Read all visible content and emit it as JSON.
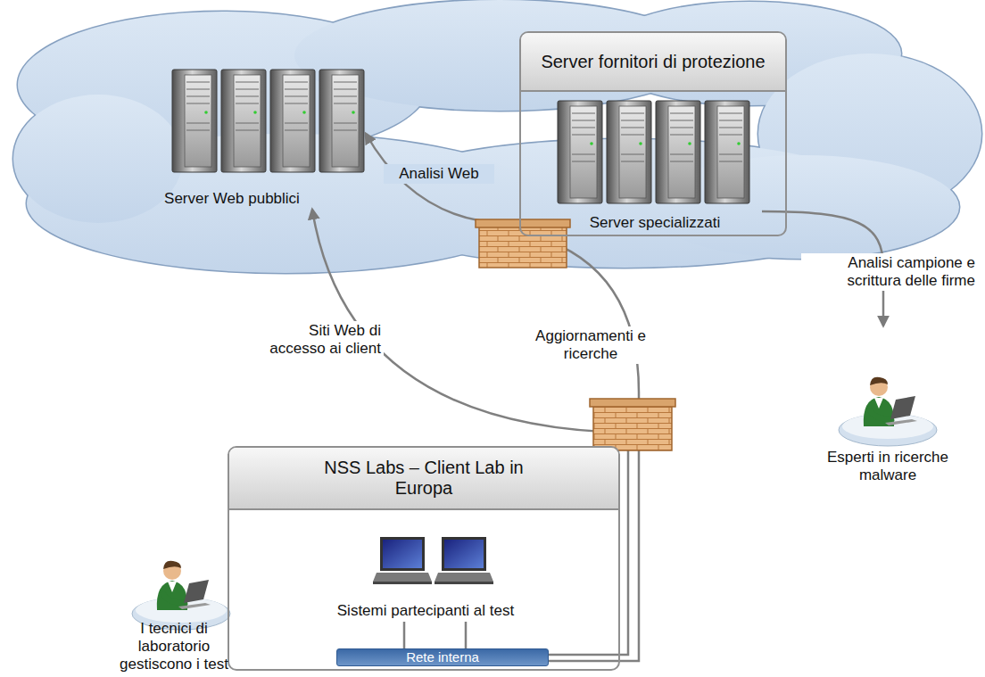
{
  "diagram": {
    "nodes": [
      {
        "text": [
          "Server Web pubblici"
        ]
      },
      {
        "text": [
          "Server fornitori di protezione"
        ]
      },
      {
        "text": [
          "Server specializzati"
        ],
        "in": 1
      },
      {
        "text": [
          "Esperti in ricerche malware"
        ]
      },
      {
        "text": [
          "NSS Labs – Client Lab in Europa"
        ]
      },
      {
        "text": [
          "Sistemi partecipanti al test"
        ],
        "in": 4
      },
      {
        "text": [
          "Rete interna"
        ],
        "in": 4
      },
      {
        "text": [
          "I tecnici di laboratorio gestiscono i test"
        ]
      }
    ],
    "edges": [
      {
        "from": 6,
        "to": 0,
        "label": "Siti Web di accesso ai client",
        "arrow": "to"
      },
      {
        "from": 6,
        "to": 1,
        "label": "Aggiornamenti e ricerche",
        "arrow": "to"
      },
      {
        "from": 1,
        "to": 0,
        "label": "Analisi Web",
        "arrow": "to"
      },
      {
        "from": 2,
        "to": 3,
        "label": "Analisi campione e scrittura delle firme",
        "arrow": "to"
      },
      {
        "from": 5,
        "to": 6,
        "arrow": "none"
      }
    ]
  }
}
